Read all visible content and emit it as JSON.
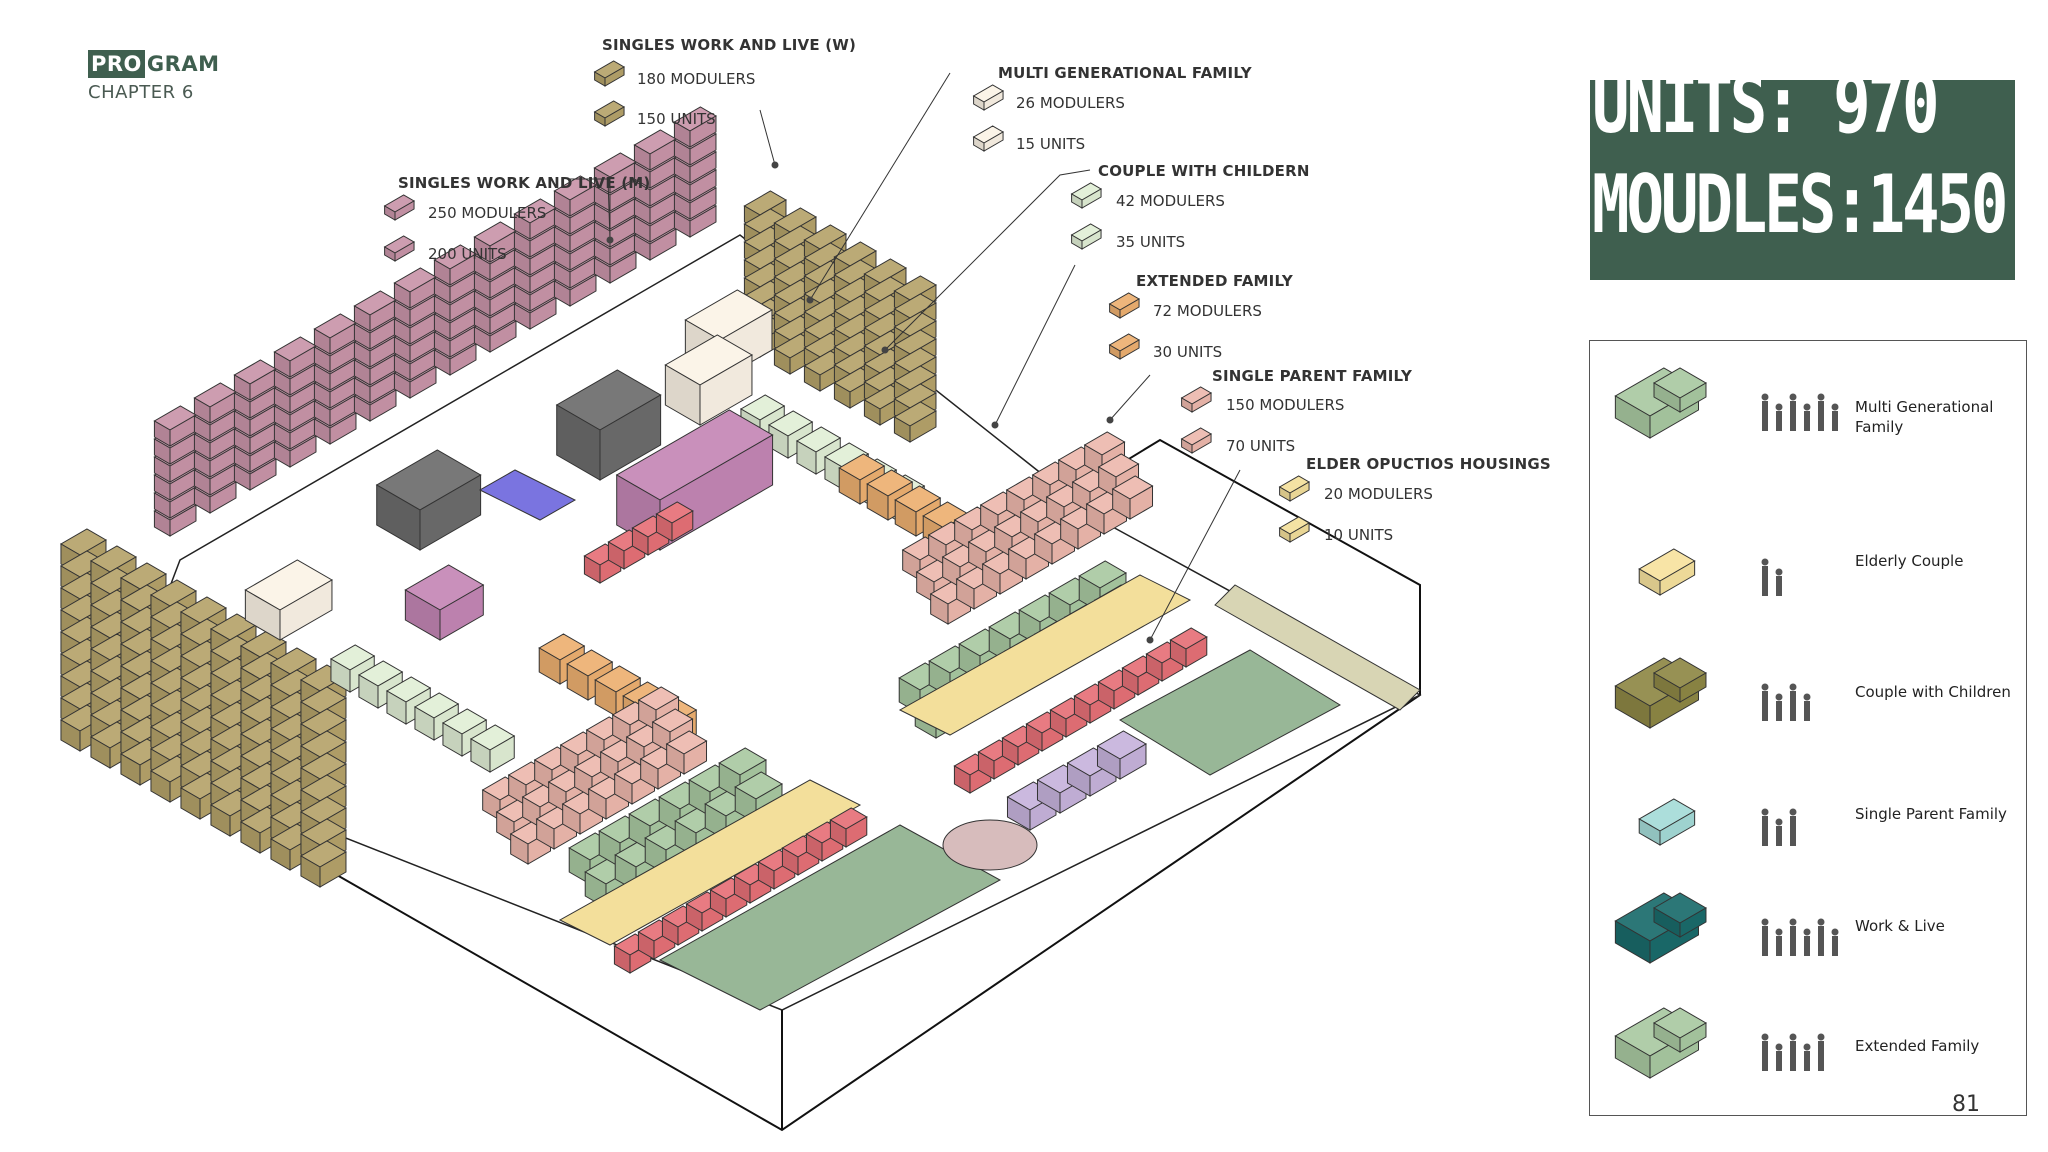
{
  "header": {
    "title_highlight": "PRO",
    "title_rest": "GRAM",
    "subtitle": "CHAPTER 6"
  },
  "stats": {
    "units": "UNITS: 970",
    "modules": "MOUDLES:1450"
  },
  "callouts": [
    {
      "title": "SINGLES WORK AND LIVE (W)",
      "modules": "180 MODULERS",
      "units": "150 UNITS",
      "color": "#b5a36a"
    },
    {
      "title": "MULTI GENERATIONAL FAMILY",
      "modules": "26 MODULERS",
      "units": "15 UNITS",
      "color": "#fbf3e6"
    },
    {
      "title": "SINGLES WORK AND LIVE (M)",
      "modules": "250 MODULERS",
      "units": "200 UNITS",
      "color": "#c995a9"
    },
    {
      "title": "COUPLE WITH CHILDERN",
      "modules": "42 MODULERS",
      "units": "35 UNITS",
      "color": "#e1efd6"
    },
    {
      "title": "EXTENDED FAMILY",
      "modules": "72 MODULERS",
      "units": "30 UNITS",
      "color": "#edb071"
    },
    {
      "title": "SINGLE PARENT FAMILY",
      "modules": "150 MODULERS",
      "units": "70 UNITS",
      "color": "#edb8ad"
    },
    {
      "title": "ELDER OPUCTIOS HOUSINGS",
      "modules": "20 MODULERS",
      "units": "10 UNITS",
      "color": "#f3df9b"
    }
  ],
  "legend": {
    "items": [
      {
        "label": "Multi Generational Family",
        "color": "#a9c9a1",
        "icon": "multi-generational-block-icon"
      },
      {
        "label": "Elderly Couple",
        "color": "#f7e29e",
        "icon": "elderly-couple-block-icon"
      },
      {
        "label": "Couple with Children",
        "color": "#8e8745",
        "icon": "couple-children-block-icon"
      },
      {
        "label": "Single Parent Family",
        "color": "#a5dbd8",
        "icon": "single-parent-block-icon"
      },
      {
        "label": "Work & Live",
        "color": "#1a6b6b",
        "icon": "work-live-block-icon"
      },
      {
        "label": "Extended Family",
        "color": "#a9c9a1",
        "icon": "extended-family-block-icon"
      }
    ]
  },
  "page_number": "81",
  "colors": {
    "brand_green": "#3f5f4f",
    "singles_w": "#b5a36a",
    "singles_m": "#c995a9",
    "multi_gen": "#fbf3e6",
    "couple_children": "#e1efd6",
    "extended": "#edb071",
    "single_parent": "#edb8ad",
    "elder": "#f3df9b",
    "green_blocks": "#a9c9a1",
    "red_strips": "#e67077",
    "purple": "#c486b5",
    "lavender": "#c7b3dc",
    "dark_gray": "#6c6c6c",
    "sage": "#98b797",
    "blue_pool": "#7a74e0"
  }
}
